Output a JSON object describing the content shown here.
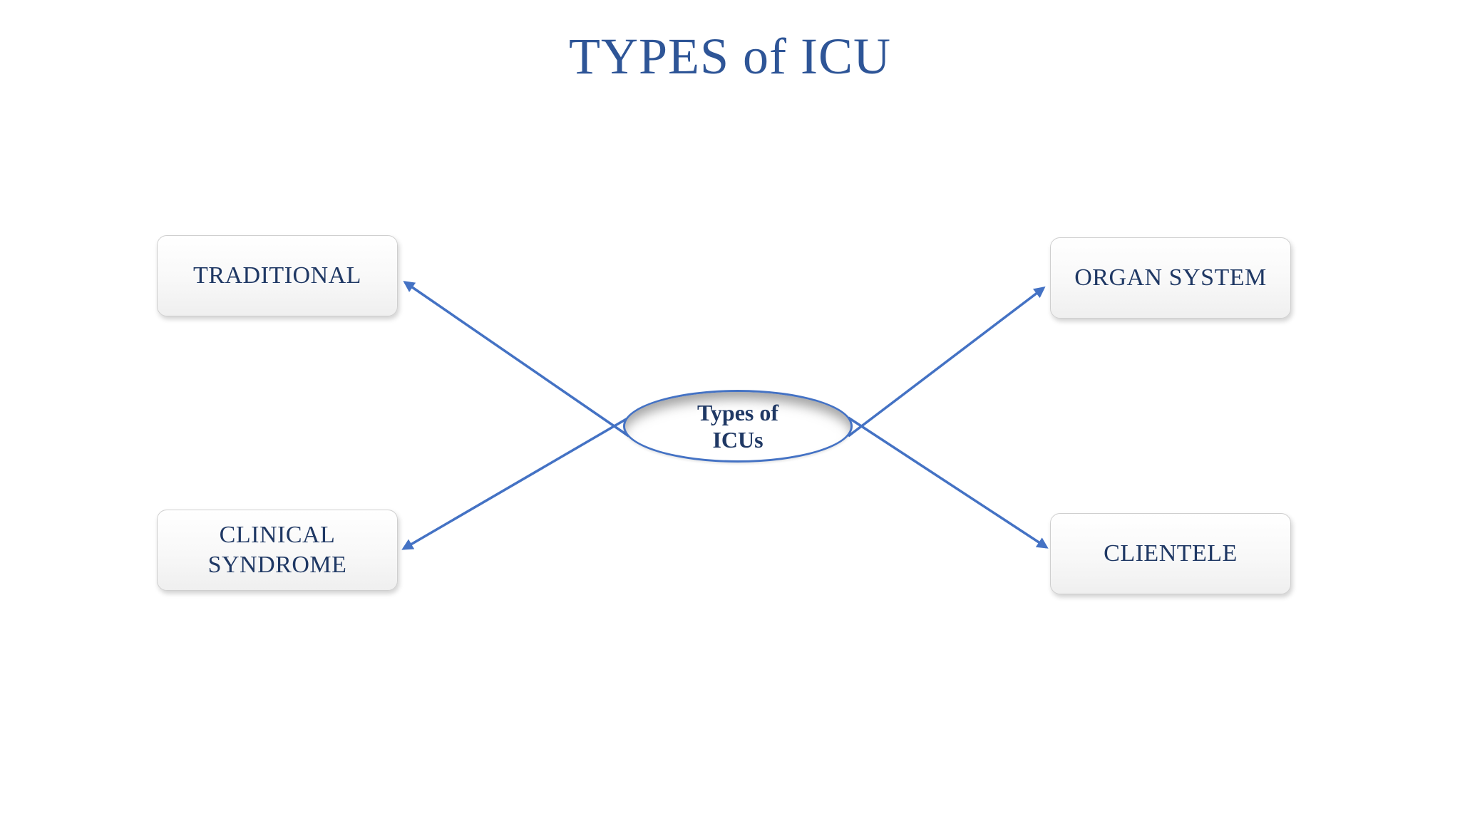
{
  "title": "TYPES of ICU",
  "center": {
    "label_line1": "Types of",
    "label_line2": "ICUs"
  },
  "nodes": [
    {
      "id": "traditional",
      "label": "TRADITIONAL"
    },
    {
      "id": "organ-system",
      "label": "ORGAN SYSTEM"
    },
    {
      "id": "clinical-syndrome",
      "label": "CLINICAL SYNDROME"
    },
    {
      "id": "clientele",
      "label": "CLIENTELE"
    }
  ],
  "colors": {
    "title_blue": "#2E5597",
    "node_text_navy": "#1F3864",
    "arrow_blue": "#4472C4",
    "ellipse_border": "#4472C4",
    "box_fill": "#F8F8F8",
    "box_border": "#CFCFCF"
  }
}
